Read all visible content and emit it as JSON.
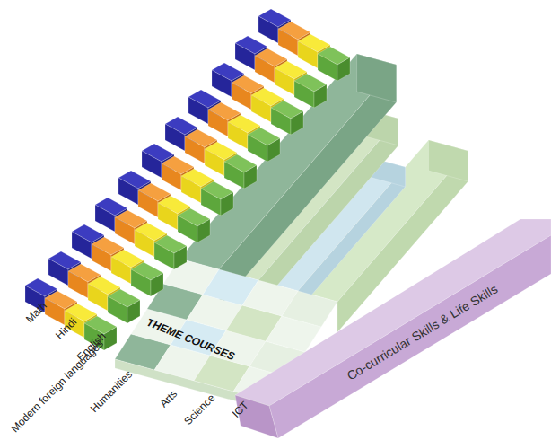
{
  "diagram": {
    "nodes": [
      {
        "text": [
          "THEME COURSES"
        ]
      },
      {
        "text": [
          "Co-curricular Skills & Life Skills"
        ]
      }
    ],
    "labels": [
      "Math",
      "Hindi",
      "English",
      "Modern foreign languages",
      "Humanities",
      "Arts",
      "Science",
      "ICT"
    ]
  }
}
